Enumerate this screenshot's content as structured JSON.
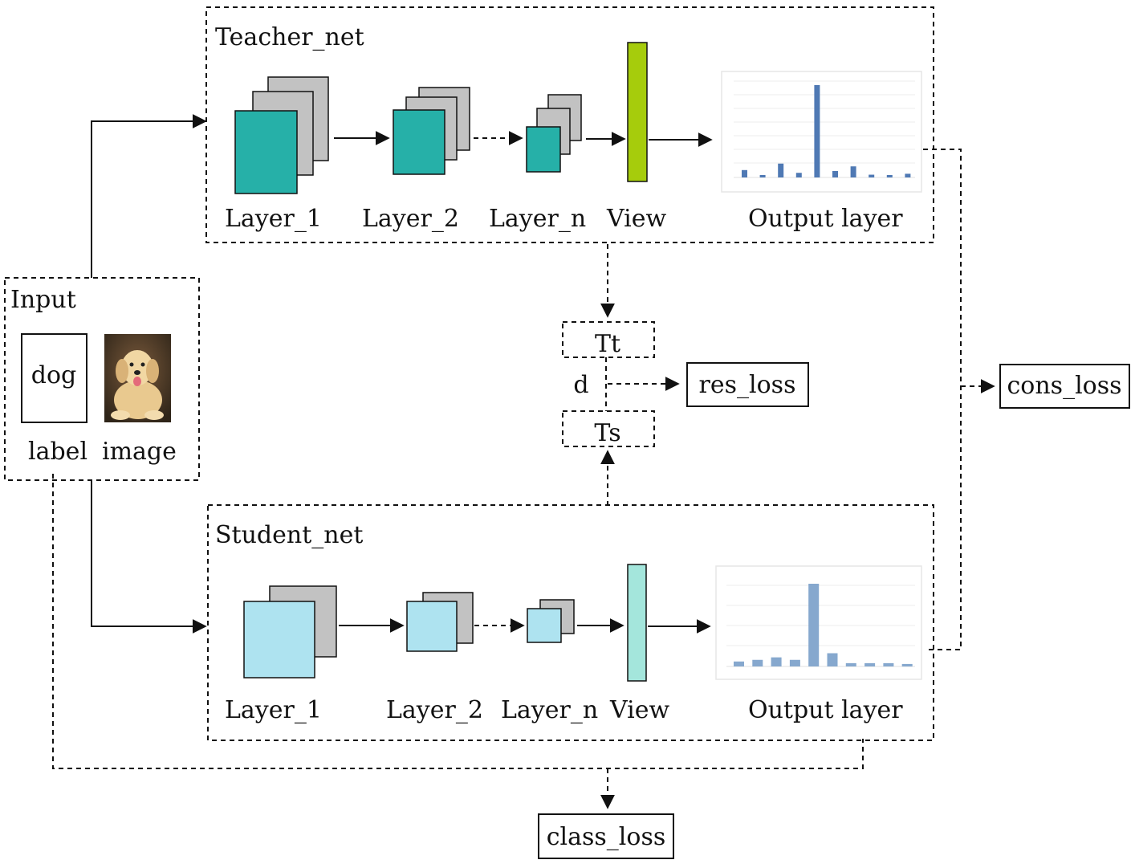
{
  "teacher": {
    "title": "Teacher_net",
    "layers": [
      "Layer_1",
      "Layer_2",
      "Layer_n",
      "View",
      "Output layer"
    ],
    "output_bars": [
      0.08,
      0.02,
      0.15,
      0.05,
      1.0,
      0.07,
      0.12,
      0.03,
      0.02,
      0.04
    ]
  },
  "student": {
    "title": "Student_net",
    "layers": [
      "Layer_1",
      "Layer_2",
      "Layer_n",
      "View",
      "Output layer"
    ],
    "output_bars": [
      0.06,
      0.08,
      0.11,
      0.08,
      1.0,
      0.16,
      0.04,
      0.04,
      0.04,
      0.03
    ]
  },
  "input": {
    "title": "Input",
    "label_text": "dog",
    "label_caption": "label",
    "image_caption": "image"
  },
  "temps": {
    "teacher": "Tt",
    "student": "Ts",
    "distance": "d"
  },
  "losses": {
    "res": "res_loss",
    "cons": "cons_loss",
    "class": "class_loss"
  },
  "colors": {
    "teacher_layer": "#26b0a8",
    "student_layer": "#aee3f0",
    "back_layer": "#c2c2c2",
    "teacher_view": "#a6cc0c",
    "student_view": "#a4e6dc",
    "teacher_bars": "#4f79b4",
    "student_bars": "#86a8ce"
  }
}
